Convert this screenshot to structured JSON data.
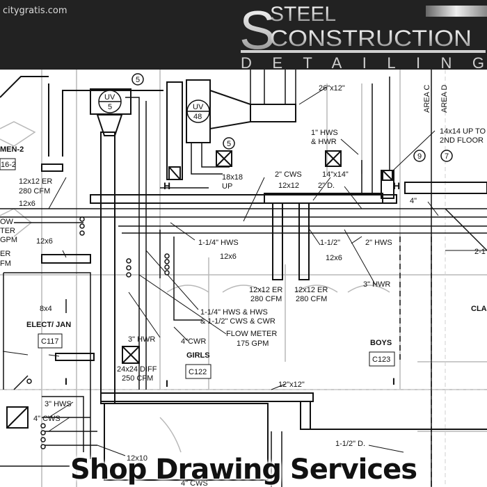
{
  "site": "citygratis.com",
  "logo": {
    "line1": "STEEL",
    "line2": "CONSTRUCTION",
    "line3": "DETAILING"
  },
  "caption": "Shop Drawing Services",
  "drawing": {
    "labels": {
      "uv5": "UV",
      "uv5n": "5",
      "uv48": "UV",
      "uv48n": "48",
      "c5a": "5",
      "c5b": "5",
      "c9": "9",
      "c7": "7",
      "duct_26x12": "26\"x12\"",
      "hws_hwr_1a": "1\" HWS",
      "hws_hwr_1b": "& HWR",
      "area_c": "AREA C",
      "area_d": "AREA D",
      "up_14x14a": "14x14 UP TO",
      "up_14x14b": "2ND FLOOR",
      "men2": "MEN-2",
      "room_16_2": "16-2",
      "er_12x12_a": "12x12 ER",
      "cfm_280_a": "280 CFM",
      "d12x6_a": "12x6",
      "d18x18": "18x18",
      "up": "UP",
      "cws_2": "2\" CWS",
      "d14x14": "14\"x14\"",
      "d12x12": "12x12",
      "d2d": "2\" D.",
      "dim4": "4\"",
      "edge_ow": "OW",
      "edge_ter": "TER",
      "edge_gpm": "GPM",
      "edge_er": "ER",
      "edge_fm": "FM",
      "d12x6_b": "12x6",
      "hws_114": "1-1/4\" HWS",
      "d1_12": "1-1/2\"",
      "hws_2": "2\" HWS",
      "d12x6_c": "12x6",
      "d12x6_d": "12x6",
      "edge_2_1": "2-1",
      "er_12x12_b": "12x12 ER",
      "cfm_280_b": "280 CFM",
      "er_12x12_c": "12x12 ER",
      "cfm_280_c": "280 CFM",
      "hwr_3a": "3\" HWR",
      "d8x4": "8x4",
      "cla": "CLA",
      "hws_mix_a": "1-1/4\" HWS & HWS",
      "hws_mix_b": "& 1-1/2\" CWS & CWR",
      "elect": "ELECT/ JAN",
      "c117": "C117",
      "fm_a": "FLOW METER",
      "fm_b": "175 GPM",
      "hwr_3b": "3\" HWR",
      "cwr_4": "4\"CWR",
      "boys": "BOYS",
      "c123": "C123",
      "girls": "GIRLS",
      "c122": "C122",
      "diff_a": "24x24 DIFF",
      "diff_b": "250 CFM",
      "d12x12_b": "12\"x12\"",
      "hws_3c": "3\" HWS",
      "cws_4": "4\" CWS",
      "d112d": "1-1/2\" D.",
      "d12x10": "12x10",
      "cws_4b": "4\" CWS"
    }
  }
}
